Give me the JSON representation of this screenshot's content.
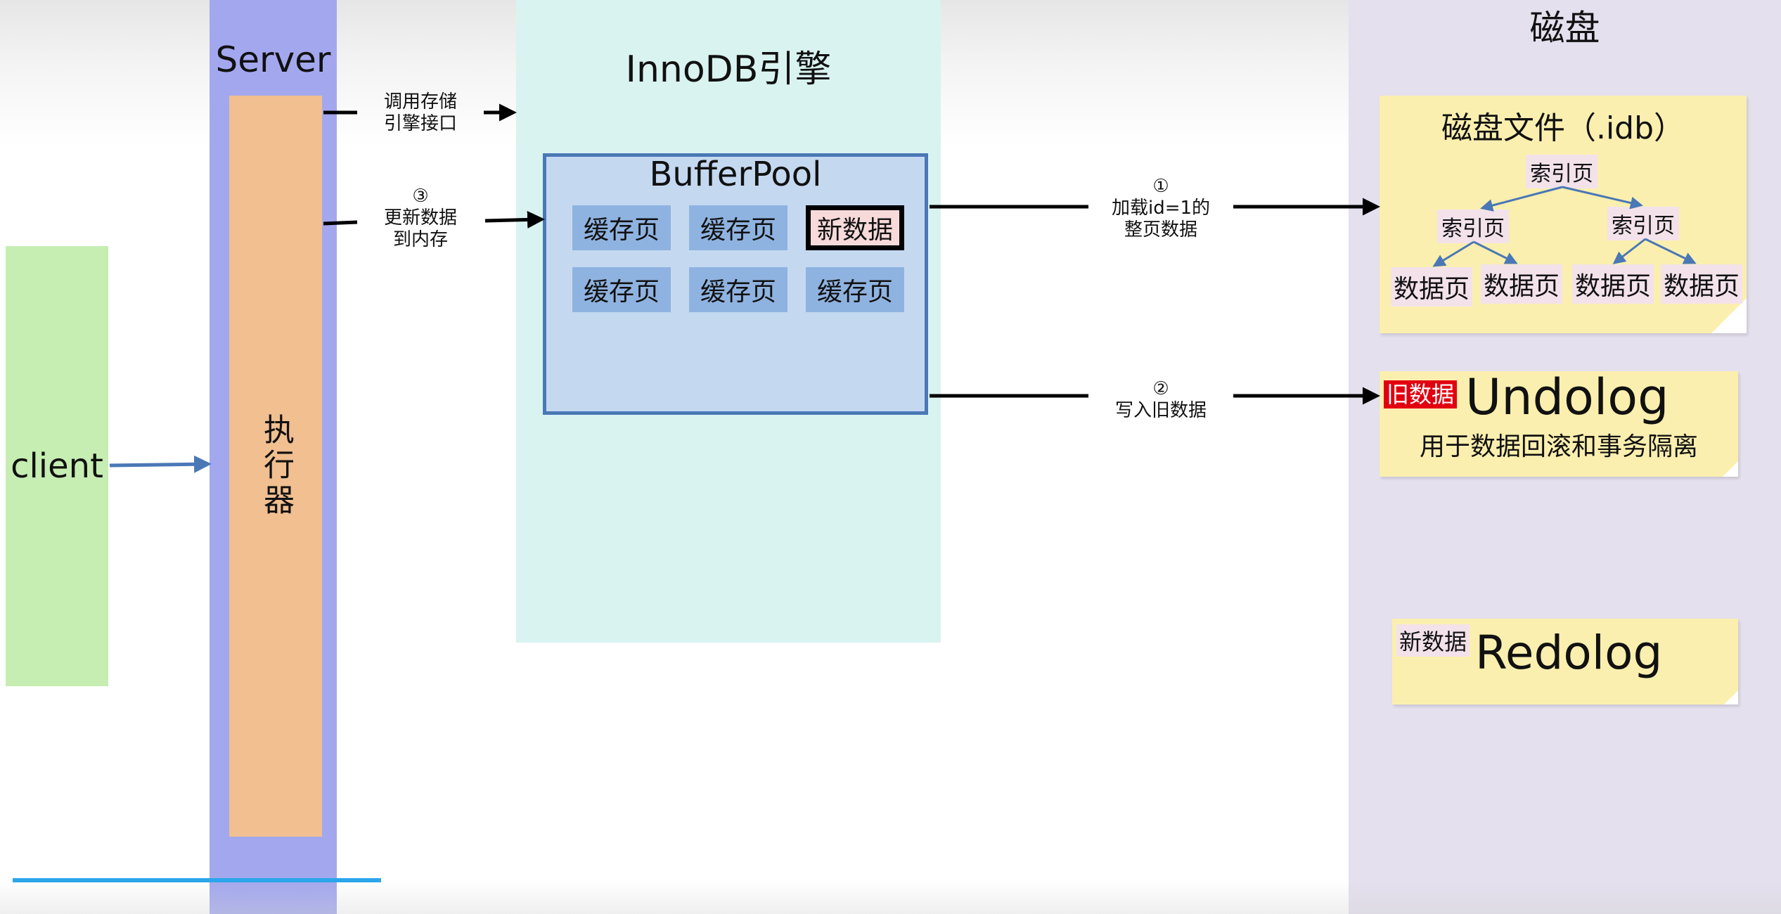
{
  "columns": {
    "client": "client",
    "server": "Server",
    "executor": "执行器",
    "innodb": "InnoDB引擎",
    "disk": "磁盘"
  },
  "buffer_pool": {
    "title": "BufferPool",
    "pages_row1": [
      "缓存页",
      "缓存页",
      "新数据"
    ],
    "pages_row2": [
      "缓存页",
      "缓存页",
      "缓存页"
    ]
  },
  "arrows": {
    "call_storage_line1": "调用存储",
    "call_storage_line2": "引擎接口",
    "step3_num": "③",
    "step3_line1": "更新数据",
    "step3_line2": "到内存",
    "step1_num": "①",
    "step1_line1": "加载id=1的",
    "step1_line2": "整页数据",
    "step2_num": "②",
    "step2_line1": "写入旧数据"
  },
  "disk_file": {
    "title": "磁盘文件（.idb）",
    "root": "索引页",
    "index_left": "索引页",
    "index_right": "索引页",
    "data_pages": [
      "数据页",
      "数据页",
      "数据页",
      "数据页"
    ]
  },
  "undolog": {
    "tag": "旧数据",
    "title": "Undolog",
    "subtitle": "用于数据回滚和事务隔离"
  },
  "redolog": {
    "tag": "新数据",
    "title": "Redolog"
  },
  "colors": {
    "client": "#c6eeb3",
    "server": "#a3a8ee",
    "executor": "#f1bf90",
    "innodb": "#d9f3f0",
    "buffer_pool": "#c4d9f0",
    "cache_page": "#8fb3e0",
    "disk": "#e4e0ee",
    "note": "#fbefaf",
    "old_data_tag": "#e20010",
    "progress": "#2ca6ea"
  },
  "player": {
    "progress": 0.21
  }
}
